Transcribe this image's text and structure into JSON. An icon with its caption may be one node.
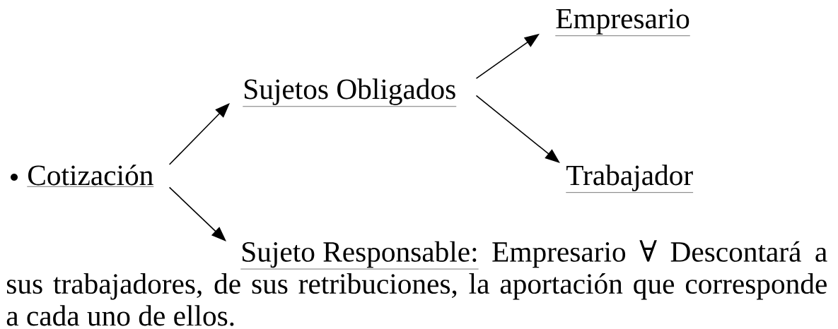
{
  "diagram": {
    "nodes": [
      {
        "text": [
          "Cotización"
        ]
      },
      {
        "text": [
          "Sujetos Obligados"
        ]
      },
      {
        "text": [
          "Empresario"
        ]
      },
      {
        "text": [
          "Trabajador"
        ]
      },
      {
        "text": [
          "Sujeto Responsable:",
          "Empresario ∀ Descontará a sus trabajadores, de sus retribuciones, la aportación que corresponde a cada uno de ellos."
        ]
      }
    ],
    "edges": [
      {
        "from": 0,
        "to": 1,
        "arrow": "to"
      },
      {
        "from": 1,
        "to": 2,
        "arrow": "to"
      },
      {
        "from": 1,
        "to": 3,
        "arrow": "to"
      },
      {
        "from": 0,
        "to": 4,
        "arrow": "to"
      }
    ]
  }
}
